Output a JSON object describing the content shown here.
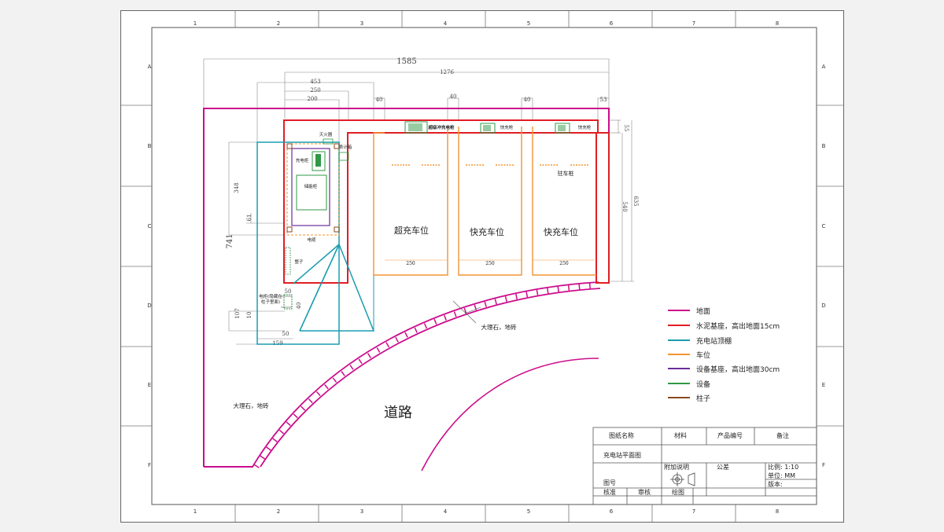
{
  "grid": {
    "cols": [
      "1",
      "2",
      "3",
      "4",
      "5",
      "6",
      "7",
      "8"
    ],
    "rows": [
      "A",
      "B",
      "C",
      "D",
      "E",
      "F"
    ]
  },
  "dimensions": {
    "d1585": "1585",
    "d1276": "1276",
    "d453": "453",
    "d250a": "250",
    "d200": "200",
    "d40a": "40",
    "d40b": "40",
    "d40c": "40",
    "d53": "53",
    "d55": "55",
    "d540": "540",
    "d635": "635",
    "d348": "348",
    "d61": "61",
    "d741": "741",
    "d50a": "50",
    "d40d": "40",
    "d107": "107",
    "d10": "10",
    "d50b": "50",
    "d159": "159",
    "w250a": "250",
    "w250b": "250",
    "w250c": "250"
  },
  "labels": {
    "supercharger_gun": "超级冲充电枪",
    "fast_gun_1": "快充枪",
    "fast_gun_2": "快充枪",
    "fire_extinguisher": "灭火器",
    "meter_box": "表计箱",
    "charger_cabinet": "充电柜",
    "storage_cabinet": "储能柜",
    "parking_stake": "驻车桩",
    "bay_super": "超充车位",
    "bay_fast_1": "快充车位",
    "bay_fast_2": "快充车位",
    "cable_trench": "电缆",
    "pillar": "整子",
    "cable_note_1": "电柜(隐藏在",
    "cable_note_2": "柱子里面)",
    "marble_1": "大理石，地砖",
    "marble_2": "大理石，地砖",
    "road": "道路"
  },
  "legend": [
    {
      "label": "地面",
      "color": "#cc0c8c"
    },
    {
      "label": "水泥基座，高出地面15cm",
      "color": "#e01e25"
    },
    {
      "label": "充电站顶棚",
      "color": "#1a9db0"
    },
    {
      "label": "车位",
      "color": "#f39433"
    },
    {
      "label": "设备基座，高出地面30cm",
      "color": "#6a2c9a"
    },
    {
      "label": "设备",
      "color": "#2f9a45"
    },
    {
      "label": "柱子",
      "color": "#8a4a1c"
    }
  ],
  "title_block": {
    "h_drawing_name": "图纸名称",
    "h_material": "材料",
    "h_product_no": "产品编号",
    "h_remarks": "备注",
    "drawing_name": "充电站平面图",
    "additional_notes": "附加说明",
    "tolerance": "公差",
    "scale": "比例: 1:10",
    "unit": "单位: MM",
    "version": "版本:",
    "drawing_no": "图号",
    "check": "核准",
    "review": "审核",
    "drawn": "绘图"
  },
  "colors": {
    "ground": "#cc0c8c",
    "base": "#e01e25",
    "canopy": "#1a9db0",
    "bay": "#f39433",
    "device_base": "#6a2c9a",
    "device": "#2f9a45",
    "pillar": "#8a4a1c"
  }
}
